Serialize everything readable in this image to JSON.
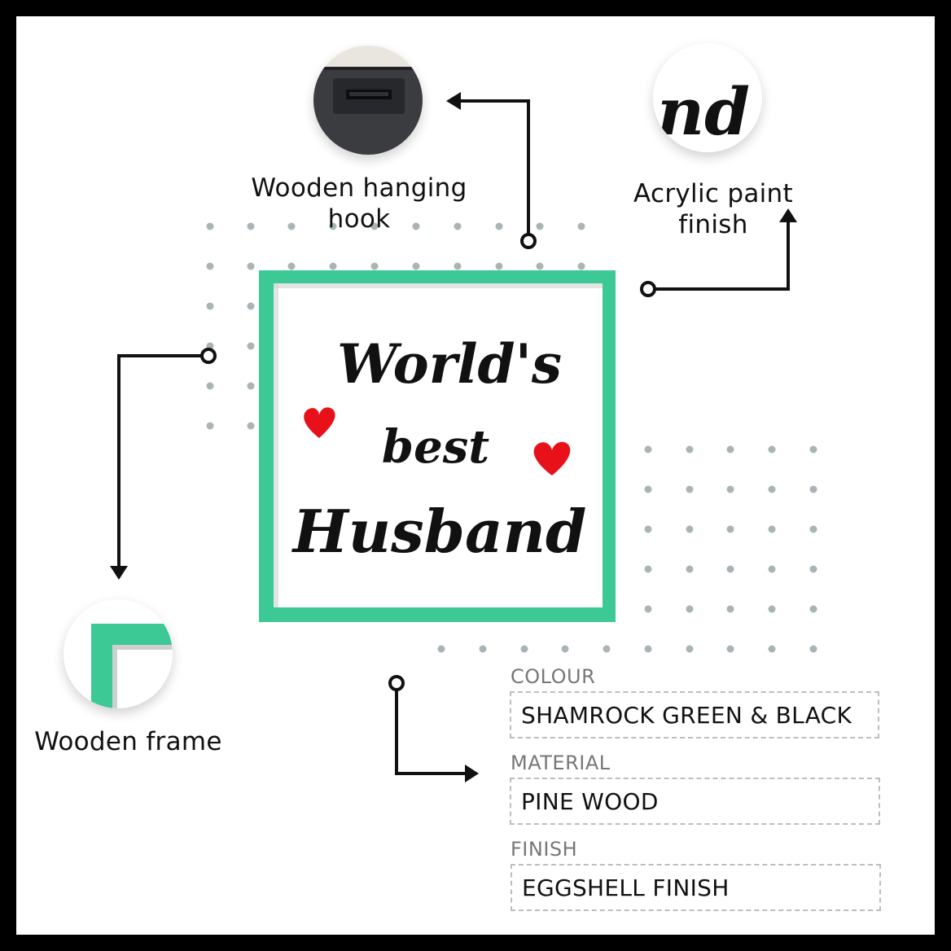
{
  "labels": {
    "hook": "Wooden hanging hook",
    "paint": "Acrylic paint finish",
    "frame": "Wooden frame"
  },
  "artwork": {
    "line1": "World's",
    "line2": "best",
    "line3": "Husband",
    "thumb_text": "nd"
  },
  "specs": [
    {
      "title": "COLOUR",
      "value": "SHAMROCK GREEN & BLACK"
    },
    {
      "title": "MATERIAL",
      "value": "PINE WOOD"
    },
    {
      "title": "FINISH",
      "value": "EGGSHELL FINISH"
    }
  ],
  "colors": {
    "frame": "#3cc996",
    "dots": "#aab4b7",
    "heart": "#e8111a",
    "ink": "#111111"
  },
  "icons": [
    "heart-icon",
    "hanging-hook-thumbnail",
    "paint-thumbnail",
    "frame-corner-thumbnail"
  ]
}
